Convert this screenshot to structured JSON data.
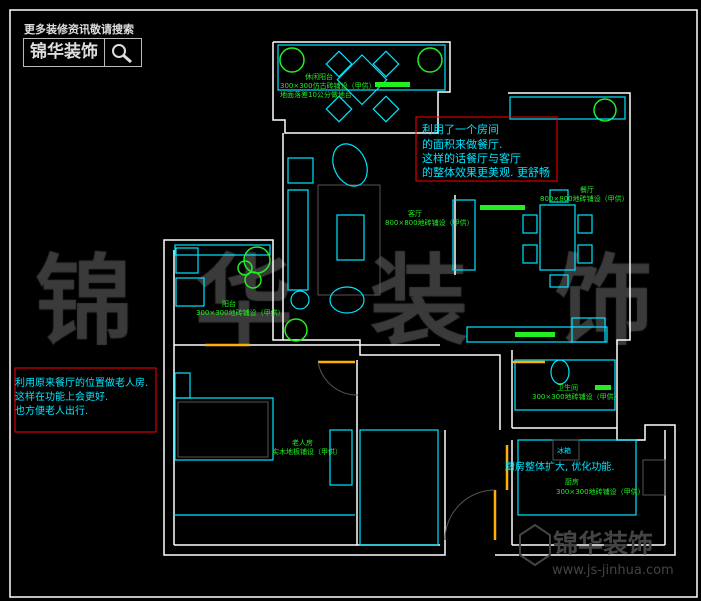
{
  "header": {
    "tagline": "更多装修资讯敬请搜索",
    "brand": "锦华装饰"
  },
  "watermark": {
    "chars": [
      "锦",
      "华",
      "装",
      "饰"
    ],
    "logo_text": "锦华装饰",
    "url": "www.js-jinhua.com"
  },
  "rooms": {
    "leisure_balcony": {
      "name": "休闲阳台",
      "floor": "300×300仿古砖铺设（甲供）",
      "note": "地面落差10公分做地台"
    },
    "living": {
      "name": "客厅",
      "floor": "800×800地砖铺设（甲供）"
    },
    "dining": {
      "name": "餐厅",
      "floor": "800×800地砖铺设（甲供）"
    },
    "balcony": {
      "name": "阳台",
      "floor": "300×300地砖铺设（甲供）"
    },
    "elder_room": {
      "name": "老人房",
      "floor": "实木地板铺设（甲供）"
    },
    "bathroom": {
      "name": "卫生间",
      "floor": "300×300地砖铺设（甲供）"
    },
    "kitchen": {
      "name": "厨房",
      "floor": "300×300地砖铺设（甲供）",
      "fridge": "冰箱"
    }
  },
  "notes": {
    "dining": [
      "利用了一个房间",
      "的面积来做餐厅.",
      "这样的话餐厅与客厅",
      "的整体效果更美观. 更舒畅"
    ],
    "elder": [
      "利用原来餐厅的位置做老人房.",
      "这样在功能上会更好.",
      "也方便老人出行."
    ],
    "kitchen": "厨房整体扩大, 优化功能."
  },
  "colors": {
    "wall": "#ffffff",
    "furniture": "#00e5ff",
    "label": "#22ee22",
    "note_box": "#ff0000",
    "door": "#ffb000"
  }
}
